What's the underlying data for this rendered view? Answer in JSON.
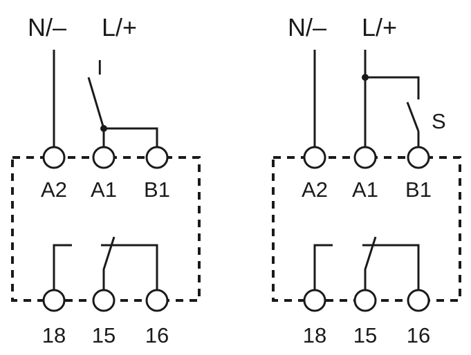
{
  "left_circuit": {
    "supply_neutral": "N/–",
    "supply_line": "L/+",
    "switch_label": "I",
    "terminals_top": [
      "A2",
      "A1",
      "B1"
    ],
    "terminals_bottom": [
      "18",
      "15",
      "16"
    ]
  },
  "right_circuit": {
    "supply_neutral": "N/–",
    "supply_line": "L/+",
    "switch_label": "S",
    "terminals_top": [
      "A2",
      "A1",
      "B1"
    ],
    "terminals_bottom": [
      "18",
      "15",
      "16"
    ]
  },
  "colors": {
    "stroke": "#1a1a1a",
    "background": "#ffffff"
  }
}
